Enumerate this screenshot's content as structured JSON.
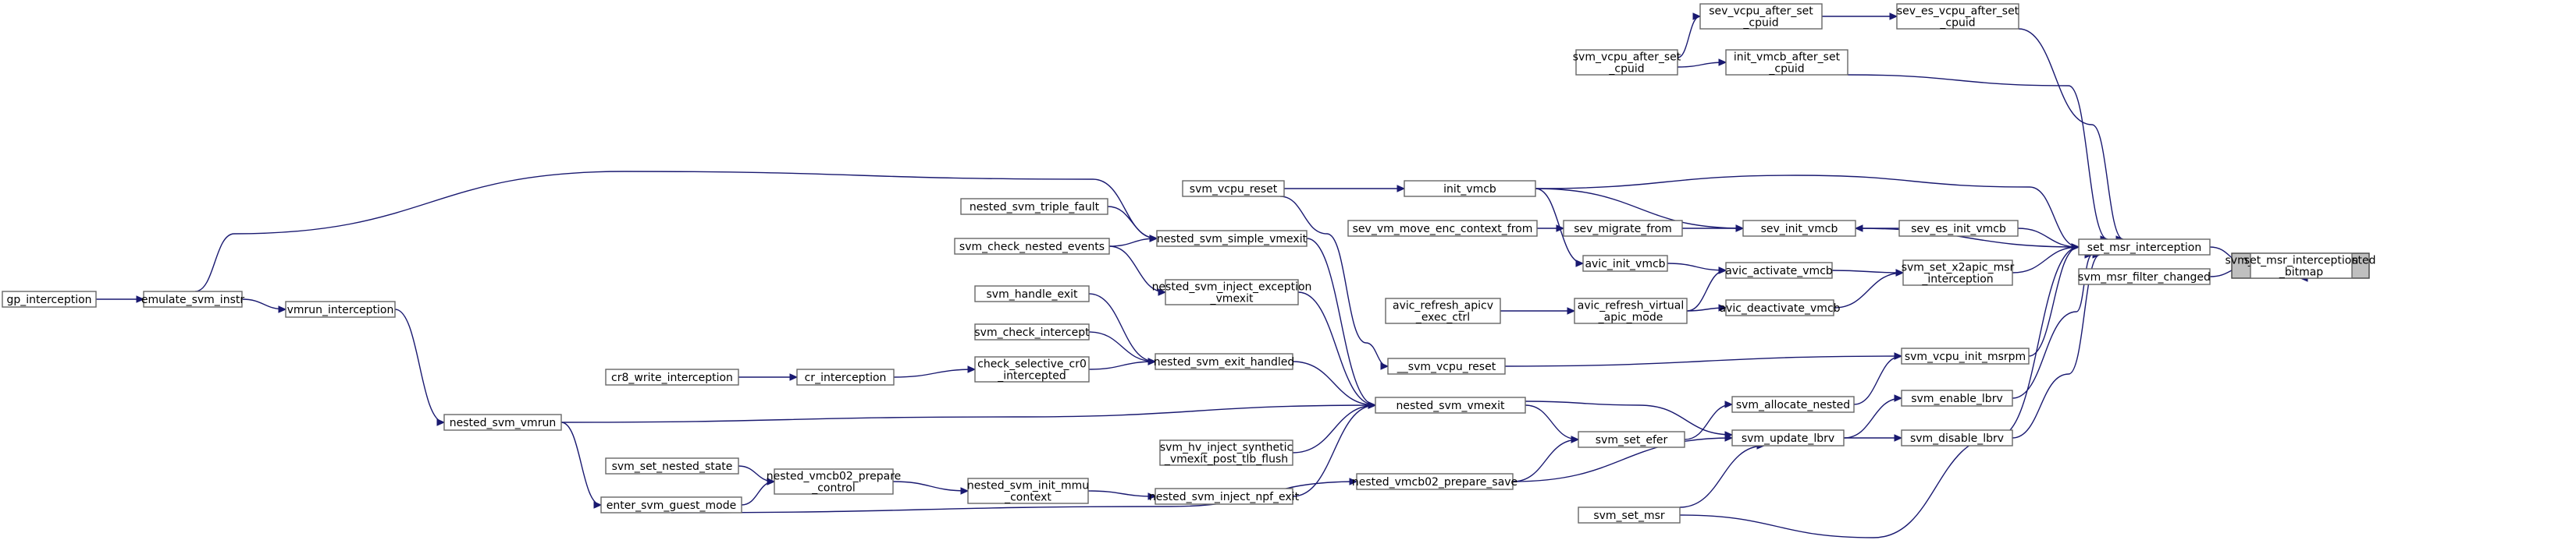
{
  "graph": {
    "root": "svm_hv_vmcb_dirty_nested_enlightenments",
    "nodes": [
      {
        "id": "root",
        "lines": [
          "svm_hv_vmcb_dirty_nested",
          "_enlightenments"
        ],
        "is_root": true
      },
      {
        "id": "smib",
        "lines": [
          "set_msr_interception",
          "_bitmap"
        ]
      },
      {
        "id": "smi",
        "lines": [
          "set_msr_interception"
        ]
      },
      {
        "id": "smfc",
        "lines": [
          "svm_msr_filter_changed"
        ]
      },
      {
        "id": "sevEsAfter",
        "lines": [
          "sev_es_vcpu_after_set",
          "_cpuid"
        ]
      },
      {
        "id": "sevAfter",
        "lines": [
          "sev_vcpu_after_set",
          "_cpuid"
        ]
      },
      {
        "id": "svmAfter",
        "lines": [
          "svm_vcpu_after_set",
          "_cpuid"
        ]
      },
      {
        "id": "initVmcbAfter",
        "lines": [
          "init_vmcb_after_set",
          "_cpuid"
        ]
      },
      {
        "id": "initVmcb",
        "lines": [
          "init_vmcb"
        ]
      },
      {
        "id": "svmVcpuReset",
        "lines": [
          "svm_vcpu_reset"
        ]
      },
      {
        "id": "sevEsInit",
        "lines": [
          "sev_es_init_vmcb"
        ]
      },
      {
        "id": "sevInit",
        "lines": [
          "sev_init_vmcb"
        ]
      },
      {
        "id": "sevMigrate",
        "lines": [
          "sev_migrate_from"
        ]
      },
      {
        "id": "sevMove",
        "lines": [
          "sev_vm_move_enc_context_from"
        ]
      },
      {
        "id": "x2apic",
        "lines": [
          "svm_set_x2apic_msr",
          "_interception"
        ]
      },
      {
        "id": "avicAct",
        "lines": [
          "avic_activate_vmcb"
        ]
      },
      {
        "id": "avicDeact",
        "lines": [
          "avic_deactivate_vmcb"
        ]
      },
      {
        "id": "avicInit",
        "lines": [
          "avic_init_vmcb"
        ]
      },
      {
        "id": "avicRefVirt",
        "lines": [
          "avic_refresh_virtual",
          "_apic_mode"
        ]
      },
      {
        "id": "avicRefApicv",
        "lines": [
          "avic_refresh_apicv",
          "_exec_ctrl"
        ]
      },
      {
        "id": "initMsrpm",
        "lines": [
          "svm_vcpu_init_msrpm"
        ]
      },
      {
        "id": "vcpuReset2",
        "lines": [
          "__svm_vcpu_reset"
        ]
      },
      {
        "id": "enableLbrv",
        "lines": [
          "svm_enable_lbrv"
        ]
      },
      {
        "id": "disableLbrv",
        "lines": [
          "svm_disable_lbrv"
        ]
      },
      {
        "id": "updateLbrv",
        "lines": [
          "svm_update_lbrv"
        ]
      },
      {
        "id": "allocNested",
        "lines": [
          "svm_allocate_nested"
        ]
      },
      {
        "id": "setEfer",
        "lines": [
          "svm_set_efer"
        ]
      },
      {
        "id": "setMsr",
        "lines": [
          "svm_set_msr"
        ]
      },
      {
        "id": "prepSave",
        "lines": [
          "nested_vmcb02_prepare_save"
        ]
      },
      {
        "id": "vmexit",
        "lines": [
          "nested_svm_vmexit"
        ]
      },
      {
        "id": "simpleVmexit",
        "lines": [
          "nested_svm_simple_vmexit"
        ]
      },
      {
        "id": "tripleFault",
        "lines": [
          "nested_svm_triple_fault"
        ]
      },
      {
        "id": "checkEvents",
        "lines": [
          "svm_check_nested_events"
        ]
      },
      {
        "id": "injectExc",
        "lines": [
          "nested_svm_inject_exception",
          "_vmexit"
        ]
      },
      {
        "id": "handleExit",
        "lines": [
          "svm_handle_exit"
        ]
      },
      {
        "id": "checkInt",
        "lines": [
          "svm_check_intercept"
        ]
      },
      {
        "id": "exitHandled",
        "lines": [
          "nested_svm_exit_handled"
        ]
      },
      {
        "id": "checkCr0",
        "lines": [
          "check_selective_cr0",
          "_intercepted"
        ]
      },
      {
        "id": "crInt",
        "lines": [
          "cr_interception"
        ]
      },
      {
        "id": "cr8",
        "lines": [
          "cr8_write_interception"
        ]
      },
      {
        "id": "hvInject",
        "lines": [
          "svm_hv_inject_synthetic",
          "_vmexit_post_tlb_flush"
        ]
      },
      {
        "id": "injectNpf",
        "lines": [
          "nested_svm_inject_npf_exit"
        ]
      },
      {
        "id": "initMmu",
        "lines": [
          "nested_svm_init_mmu",
          "_context"
        ]
      },
      {
        "id": "prepCtrl",
        "lines": [
          "nested_vmcb02_prepare",
          "_control"
        ]
      },
      {
        "id": "setNested",
        "lines": [
          "svm_set_nested_state"
        ]
      },
      {
        "id": "enterGuest",
        "lines": [
          "enter_svm_guest_mode"
        ]
      },
      {
        "id": "vmrun",
        "lines": [
          "nested_svm_vmrun"
        ]
      },
      {
        "id": "vmrunInt",
        "lines": [
          "vmrun_interception"
        ]
      },
      {
        "id": "emulate",
        "lines": [
          "emulate_svm_instr"
        ]
      },
      {
        "id": "gp",
        "lines": [
          "gp_interception"
        ]
      }
    ],
    "edges": [
      [
        "smib",
        "root"
      ],
      [
        "smfc",
        "smib"
      ],
      [
        "smi",
        "smib"
      ],
      [
        "sevEsAfter",
        "smi"
      ],
      [
        "initVmcbAfter",
        "smi"
      ],
      [
        "initVmcb",
        "smi"
      ],
      [
        "sevEsInit",
        "smi"
      ],
      [
        "sevInit",
        "smi"
      ],
      [
        "x2apic",
        "smi"
      ],
      [
        "initMsrpm",
        "smi"
      ],
      [
        "enableLbrv",
        "smi"
      ],
      [
        "disableLbrv",
        "smi"
      ],
      [
        "sevAfter",
        "sevEsAfter"
      ],
      [
        "svmAfter",
        "sevAfter"
      ],
      [
        "svmAfter",
        "initVmcbAfter"
      ],
      [
        "svmVcpuReset",
        "initVmcb"
      ],
      [
        "sevEsInit",
        "sevInit"
      ],
      [
        "initVmcb",
        "sevInit"
      ],
      [
        "sevMigrate",
        "sevInit"
      ],
      [
        "sevMove",
        "sevMigrate"
      ],
      [
        "avicAct",
        "x2apic"
      ],
      [
        "avicDeact",
        "x2apic"
      ],
      [
        "avicInit",
        "avicAct"
      ],
      [
        "avicRefVirt",
        "avicAct"
      ],
      [
        "avicRefVirt",
        "avicDeact"
      ],
      [
        "avicRefApicv",
        "avicRefVirt"
      ],
      [
        "initVmcb",
        "avicInit"
      ],
      [
        "vcpuReset2",
        "initMsrpm"
      ],
      [
        "allocNested",
        "initMsrpm"
      ],
      [
        "svmVcpuReset",
        "vcpuReset2"
      ],
      [
        "setEfer",
        "allocNested"
      ],
      [
        "updateLbrv",
        "enableLbrv"
      ],
      [
        "updateLbrv",
        "disableLbrv"
      ],
      [
        "vmexit",
        "updateLbrv"
      ],
      [
        "prepSave",
        "updateLbrv"
      ],
      [
        "setMsr",
        "updateLbrv"
      ],
      [
        "prepSave",
        "setEfer"
      ],
      [
        "vmexit",
        "setEfer"
      ],
      [
        "simpleVmexit",
        "vmexit"
      ],
      [
        "injectExc",
        "vmexit"
      ],
      [
        "exitHandled",
        "vmexit"
      ],
      [
        "hvInject",
        "vmexit"
      ],
      [
        "injectNpf",
        "vmexit"
      ],
      [
        "vmrun",
        "vmexit"
      ],
      [
        "tripleFault",
        "simpleVmexit"
      ],
      [
        "checkEvents",
        "simpleVmexit"
      ],
      [
        "emulate",
        "simpleVmexit"
      ],
      [
        "checkEvents",
        "injectExc"
      ],
      [
        "handleExit",
        "exitHandled"
      ],
      [
        "checkInt",
        "exitHandled"
      ],
      [
        "checkCr0",
        "exitHandled"
      ],
      [
        "crInt",
        "checkCr0"
      ],
      [
        "cr8",
        "crInt"
      ],
      [
        "initMmu",
        "injectNpf"
      ],
      [
        "prepCtrl",
        "initMmu"
      ],
      [
        "setNested",
        "prepCtrl"
      ],
      [
        "enterGuest",
        "prepCtrl"
      ],
      [
        "enterGuest",
        "prepSave"
      ],
      [
        "vmrun",
        "enterGuest"
      ],
      [
        "vmrunInt",
        "vmrun"
      ],
      [
        "emulate",
        "vmrunInt"
      ],
      [
        "gp",
        "emulate"
      ],
      [
        "setMsr",
        "smi"
      ]
    ]
  }
}
